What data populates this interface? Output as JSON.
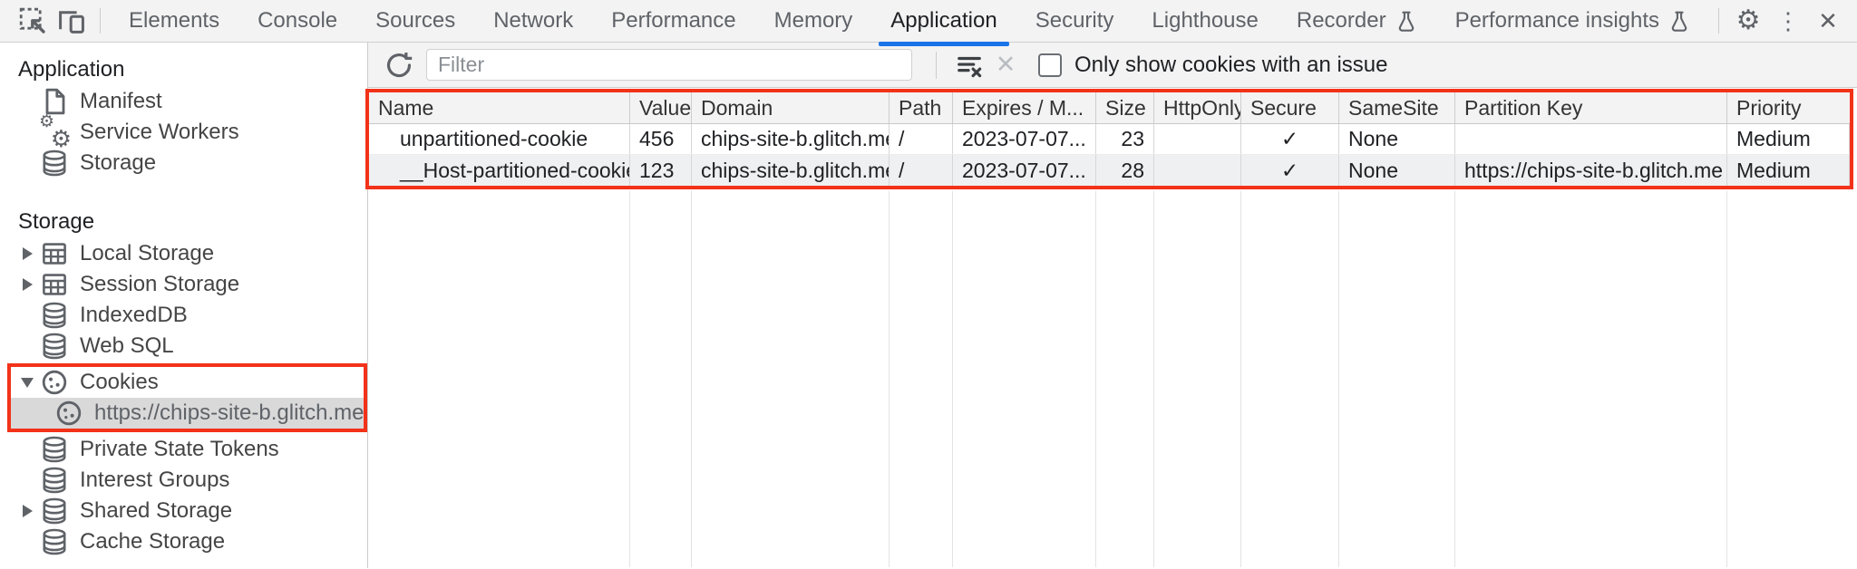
{
  "tab_bar": {
    "tabs": [
      {
        "label": "Elements"
      },
      {
        "label": "Console"
      },
      {
        "label": "Sources"
      },
      {
        "label": "Network"
      },
      {
        "label": "Performance"
      },
      {
        "label": "Memory"
      },
      {
        "label": "Application",
        "selected": true
      },
      {
        "label": "Security"
      },
      {
        "label": "Lighthouse"
      },
      {
        "label": "Recorder",
        "experimental": true
      },
      {
        "label": "Performance insights",
        "experimental": true
      }
    ]
  },
  "cookie_toolbar": {
    "filter_placeholder": "Filter",
    "only_issue_label": "Only show cookies with an issue"
  },
  "sidebar": {
    "application_section": {
      "title": "Application",
      "items": [
        {
          "label": "Manifest",
          "icon": "file-icon"
        },
        {
          "label": "Service Workers",
          "icon": "gears-icon"
        },
        {
          "label": "Storage",
          "icon": "database-icon"
        }
      ]
    },
    "storage_section": {
      "title": "Storage",
      "items": [
        {
          "label": "Local Storage",
          "icon": "grid-icon",
          "state": "collapsed"
        },
        {
          "label": "Session Storage",
          "icon": "grid-icon",
          "state": "collapsed"
        },
        {
          "label": "IndexedDB",
          "icon": "database-icon"
        },
        {
          "label": "Web SQL",
          "icon": "database-icon"
        },
        {
          "label": "Cookies",
          "icon": "cookie-icon",
          "state": "expanded",
          "annotated": true
        },
        {
          "label": "https://chips-site-b.glitch.me",
          "icon": "cookie-icon",
          "selected": true,
          "annotated": true
        },
        {
          "label": "Private State Tokens",
          "icon": "database-icon"
        },
        {
          "label": "Interest Groups",
          "icon": "database-icon"
        },
        {
          "label": "Shared Storage",
          "icon": "database-icon",
          "state": "collapsed"
        },
        {
          "label": "Cache Storage",
          "icon": "database-icon"
        }
      ]
    }
  },
  "cookies_table": {
    "columns": [
      "Name",
      "Value",
      "Domain",
      "Path",
      "Expires / M...",
      "Size",
      "HttpOnly",
      "Secure",
      "SameSite",
      "Partition Key",
      "Priority"
    ],
    "rows": [
      {
        "name": "unpartitioned-cookie",
        "value": "456",
        "domain": "chips-site-b.glitch.me",
        "path": "/",
        "expires": "2023-07-07...",
        "size": "23",
        "http_only": "",
        "secure": "✓",
        "same_site": "None",
        "partition_key": "",
        "priority": "Medium"
      },
      {
        "name": "__Host-partitioned-cookie",
        "value": "123",
        "domain": "chips-site-b.glitch.me",
        "path": "/",
        "expires": "2023-07-07...",
        "size": "28",
        "http_only": "",
        "secure": "✓",
        "same_site": "None",
        "partition_key": "https://chips-site-b.glitch.me",
        "priority": "Medium"
      }
    ]
  },
  "colors": {
    "accent_blue": "#1a73e8",
    "annotation_red": "#f23219",
    "toolbar_bg": "#f3f3f3",
    "selected_item_bg": "#d9d9d9"
  }
}
